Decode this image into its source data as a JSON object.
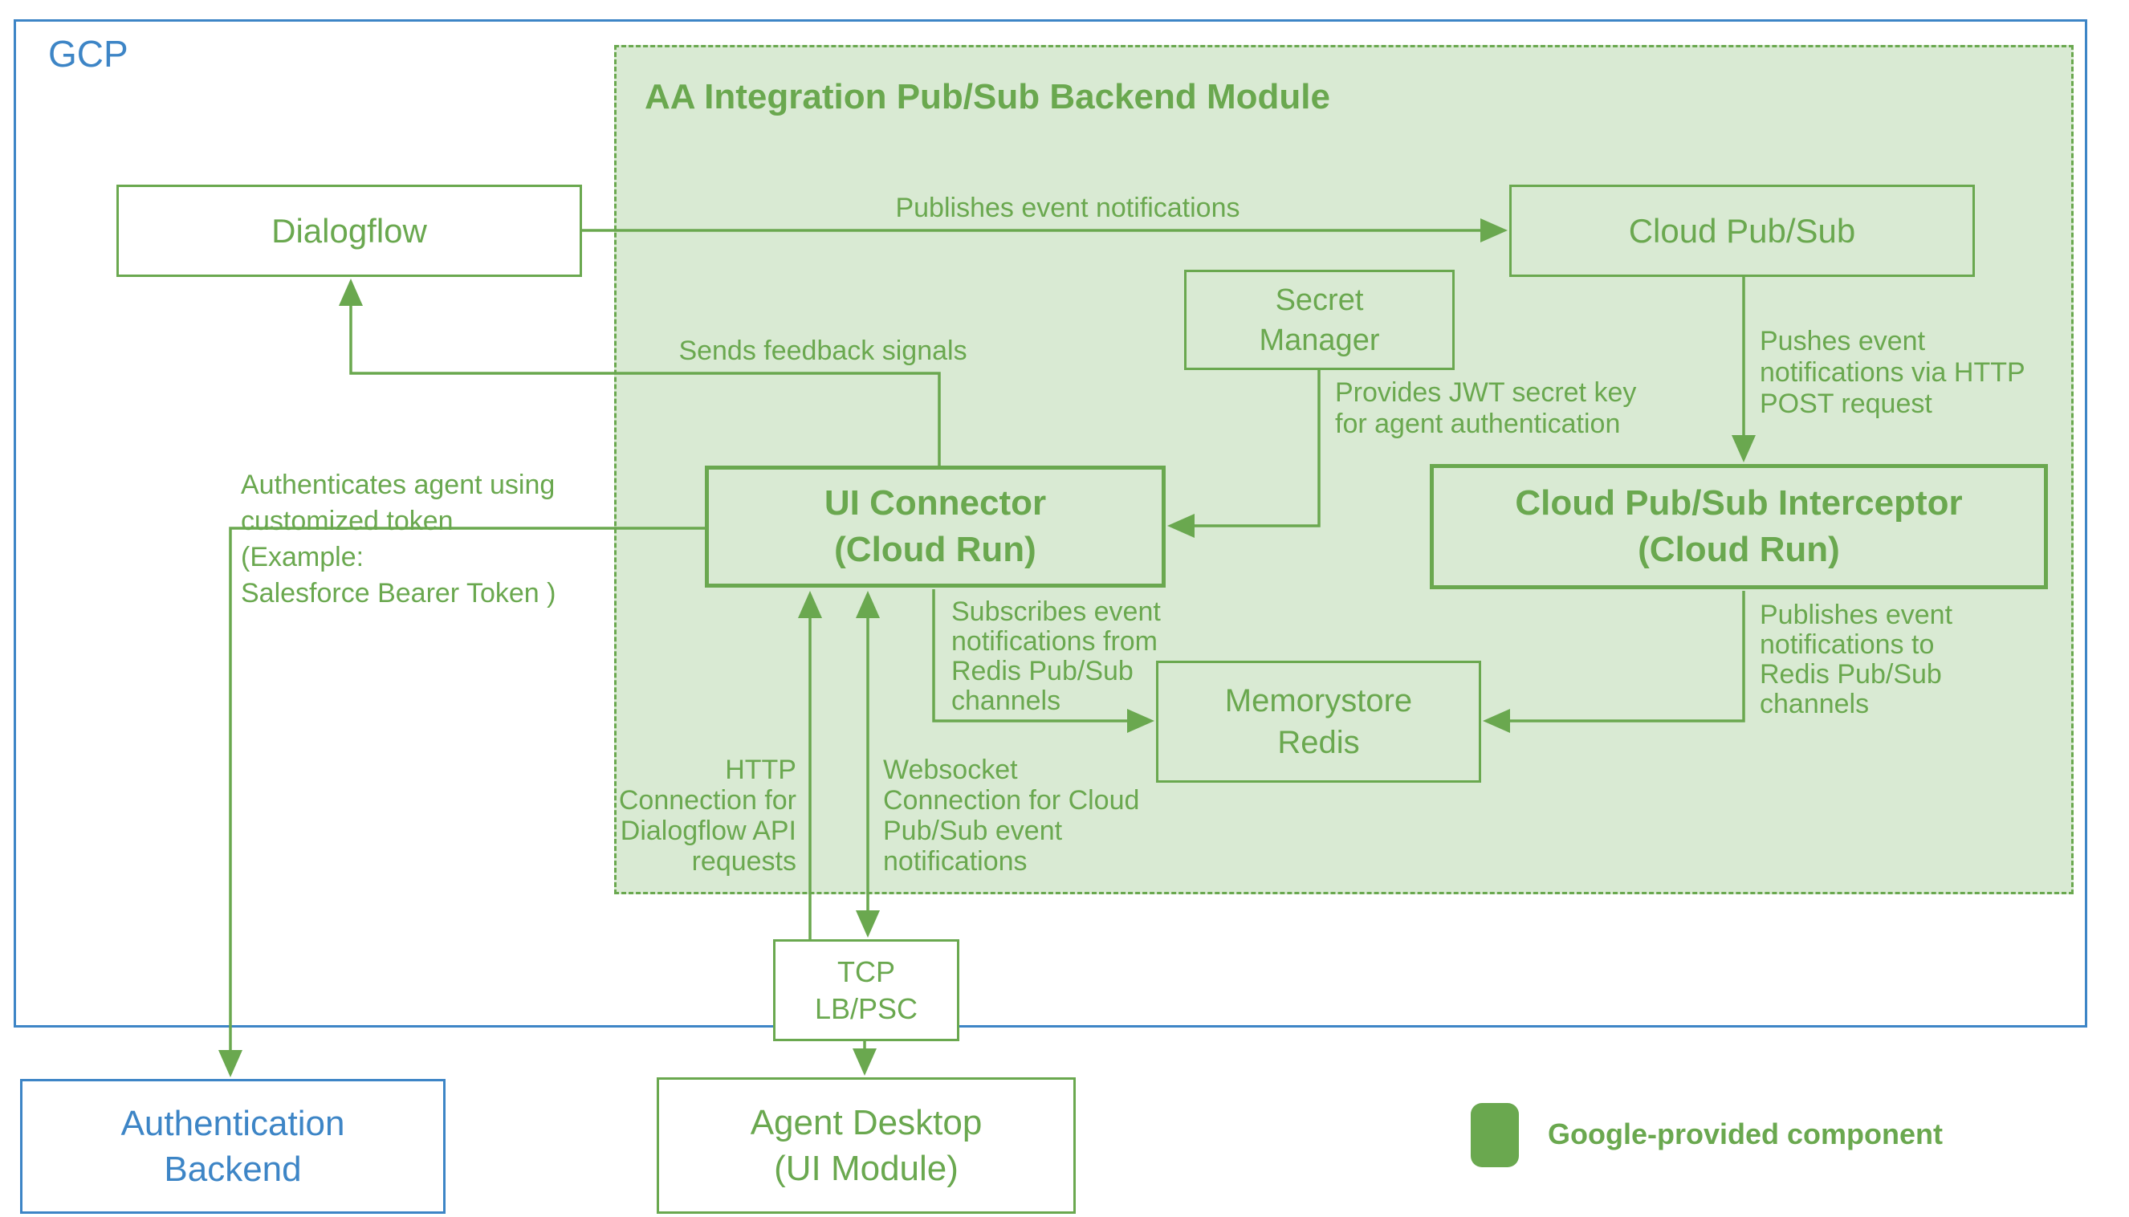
{
  "colors": {
    "green": "#6aa84f",
    "green_fill": "#d9ead3",
    "blue": "#3d85c6",
    "white": "#ffffff"
  },
  "gcp": {
    "label": "GCP"
  },
  "module": {
    "title": "AA Integration Pub/Sub Backend Module"
  },
  "nodes": {
    "dialogflow": {
      "label": "Dialogflow"
    },
    "cloud_pubsub": {
      "label": "Cloud Pub/Sub"
    },
    "secret_manager": {
      "label": "Secret\nManager"
    },
    "ui_connector": {
      "label": "UI Connector\n(Cloud Run)"
    },
    "interceptor": {
      "label": "Cloud Pub/Sub Interceptor\n(Cloud Run)"
    },
    "memorystore": {
      "label": "Memorystore\nRedis"
    },
    "tcp_lb": {
      "label": "TCP\nLB/PSC"
    },
    "auth_backend": {
      "label": "Authentication\nBackend"
    },
    "agent_desktop": {
      "label": "Agent Desktop\n(UI Module)"
    }
  },
  "edges": {
    "publishes_event_notifications": "Publishes event notifications",
    "sends_feedback_signals": "Sends feedback signals",
    "pushes_event_notifications": "Pushes event\nnotifications via HTTP\nPOST request",
    "provides_jwt_secret": "Provides JWT secret key\nfor agent authentication",
    "authenticates_agent": "Authenticates agent using\ncustomized token\n(Example:\nSalesforce Bearer Token )",
    "subscribes_event_notifications": "Subscribes event\nnotifications from\nRedis Pub/Sub\nchannels",
    "publishes_to_redis": "Publishes event\nnotifications to\nRedis Pub/Sub\nchannels",
    "http_connection": "HTTP\nConnection for\nDialogflow API\nrequests",
    "websocket_connection": "Websocket\nConnection for Cloud\nPub/Sub event\nnotifications"
  },
  "legend": {
    "label": "Google-provided component",
    "swatch_color": "#6aa84f"
  }
}
